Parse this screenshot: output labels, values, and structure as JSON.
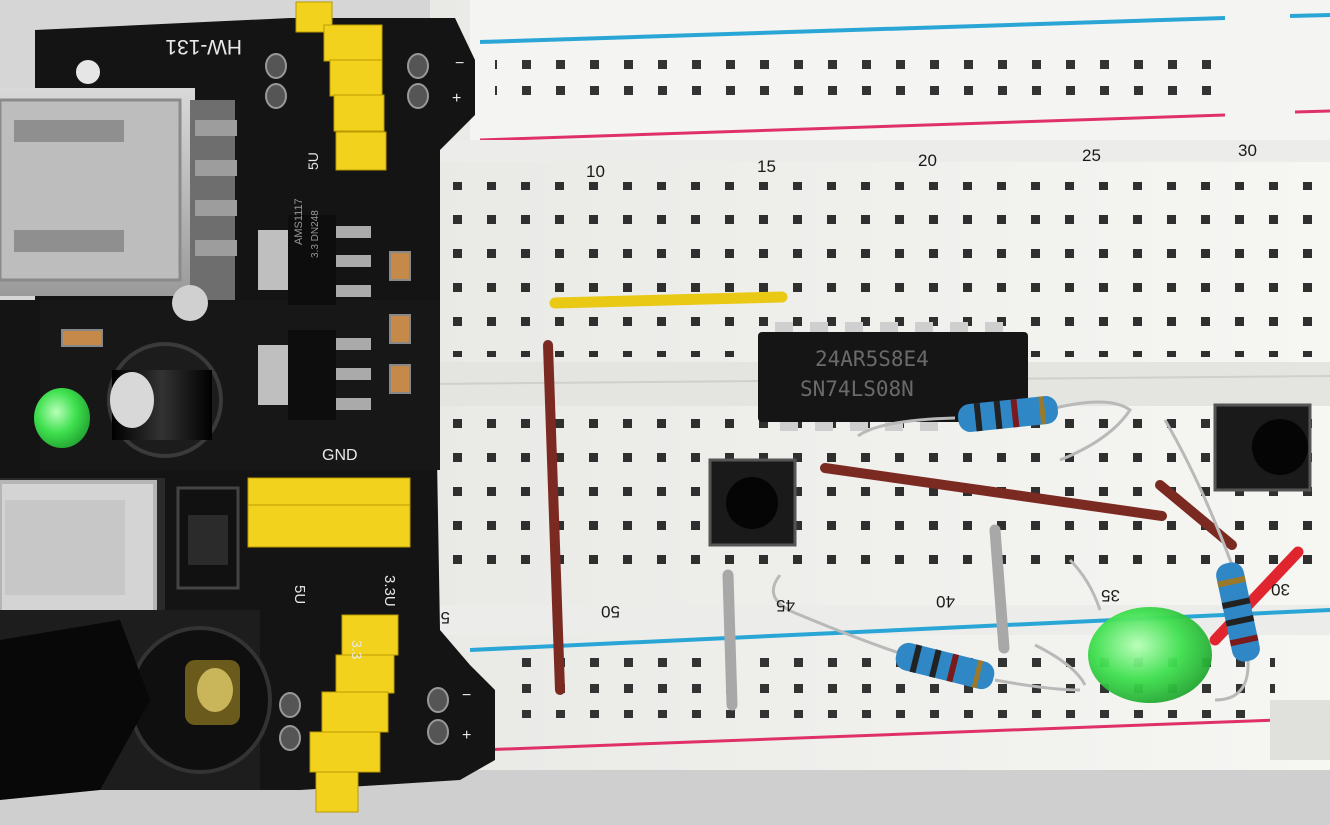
{
  "image": {
    "description_free": true
  },
  "power_module": {
    "board_label": "HW-131",
    "regulator_label": "AMS1117",
    "regulator_sub": "3.3 DN248",
    "gnd_label": "GND",
    "v5_label": "5U",
    "v33_label": "3.3U",
    "v5_top_label": "5U",
    "v33_bottom_label": "3.3",
    "minus_sign": "−",
    "plus_sign": "+"
  },
  "breadboard": {
    "column_numbers_top": [
      "10",
      "15",
      "20",
      "25",
      "30"
    ],
    "column_numbers_bottom": [
      "5",
      "50",
      "45",
      "40",
      "35",
      "30"
    ]
  },
  "ic": {
    "line1": "24AR5S8E4",
    "line2": "SN74LS08N"
  },
  "colors": {
    "breadboard": "#f2f2f0",
    "pcb": "#141414",
    "header_yellow": "#f3d21e",
    "rail_blue": "#2aa6d6",
    "rail_red": "#e0306a",
    "wire_brown": "#7b2a22",
    "wire_yellow": "#e9c914",
    "led_green": "#36e04a"
  }
}
